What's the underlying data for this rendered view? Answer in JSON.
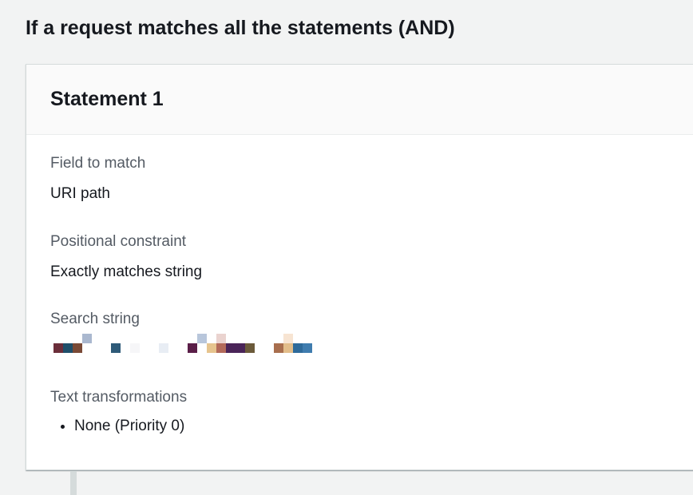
{
  "section": {
    "heading": "If a request matches all the statements (AND)"
  },
  "statement": {
    "title": "Statement 1",
    "fields": {
      "field_to_match": {
        "label": "Field to match",
        "value": "URI path"
      },
      "positional_constraint": {
        "label": "Positional constraint",
        "value": "Exactly matches string"
      },
      "search_string": {
        "label": "Search string",
        "value_redacted": true
      },
      "text_transformations": {
        "label": "Text transformations",
        "items": [
          "None (Priority 0)"
        ]
      }
    }
  }
}
